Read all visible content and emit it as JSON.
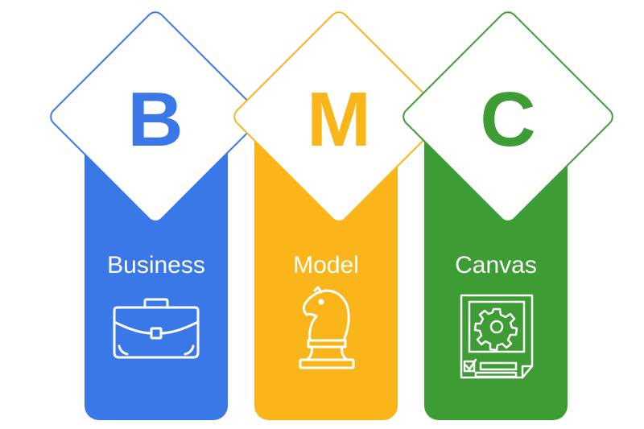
{
  "blocks": [
    {
      "letter": "B",
      "label": "Business",
      "icon": "briefcase-icon",
      "color": "#3b78e7"
    },
    {
      "letter": "M",
      "label": "Model",
      "icon": "chess-knight-icon",
      "color": "#f9b51a"
    },
    {
      "letter": "C",
      "label": "Canvas",
      "icon": "gear-document-icon",
      "color": "#3e9c35"
    }
  ],
  "background": "#ffffff"
}
